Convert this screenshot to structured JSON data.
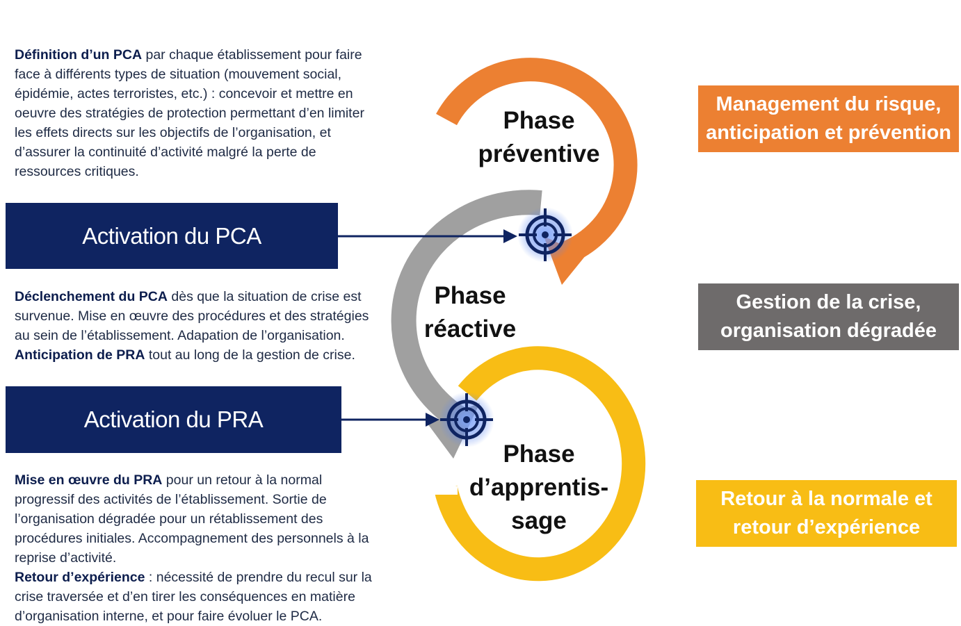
{
  "colors": {
    "navy": "#0f2461",
    "orange": "#ec8032",
    "gray": "#9c9c9c",
    "yellow": "#f8bd15",
    "dark_gray": "#6e6b6b",
    "target_blue": "#1b3aa0"
  },
  "left_text": {
    "pca_definition": {
      "bold": "Définition d’un PCA",
      "lines": [
        " par chaque établissement pour faire",
        "face à différents types de situation (mouvement social,",
        "épidémie, actes terroristes, etc.) : concevoir et mettre en",
        "oeuvre des stratégies de protection permettant d’en limiter",
        "les effets directs sur les objectifs de l’organisation, et",
        "d’assurer la continuité d’activité malgré la perte de",
        "ressources critiques."
      ]
    },
    "activation_pca": "Activation du PCA",
    "declenchement": {
      "bold": "Déclenchement du PCA",
      "lines": [
        " dès que la situation de crise est",
        "survenue. Mise en œuvre des procédures et des stratégies",
        "au sein de l’établissement. Adapation de l’organisation."
      ],
      "bold2": "Anticipation de PRA",
      "line_last": " tout au long de la gestion de crise."
    },
    "activation_pra": "Activation du PRA",
    "mise_en_oeuvre": {
      "bold": "Mise en œuvre du PRA",
      "lines": [
        " pour un retour à la normal",
        "progressif des activités de l’établissement. Sortie de",
        "l’organisation dégradée pour un rétablissement des",
        "procédures initiales. Accompagnement des personnels à la",
        "reprise d’activité."
      ],
      "bold2": "Retour d’expérience",
      "lines2": [
        " : nécessité de prendre du recul sur la",
        "crise traversée et d’en tirer les conséquences en matière",
        "d’organisation interne, et pour faire évoluer le PCA."
      ]
    }
  },
  "phases": {
    "preventive": [
      "Phase",
      "préventive"
    ],
    "reactive": [
      "Phase",
      "réactive"
    ],
    "apprentissage": [
      "Phase",
      "d’apprentis-",
      "sage"
    ]
  },
  "right_boxes": {
    "management": [
      "Management du risque,",
      "anticipation et prévention"
    ],
    "gestion": [
      "Gestion de la crise,",
      "organisation dégradée"
    ],
    "retour": [
      "Retour à la normale et",
      "retour d’expérience"
    ]
  },
  "icons": {
    "target_top": "target-icon",
    "target_bottom": "target-icon"
  }
}
